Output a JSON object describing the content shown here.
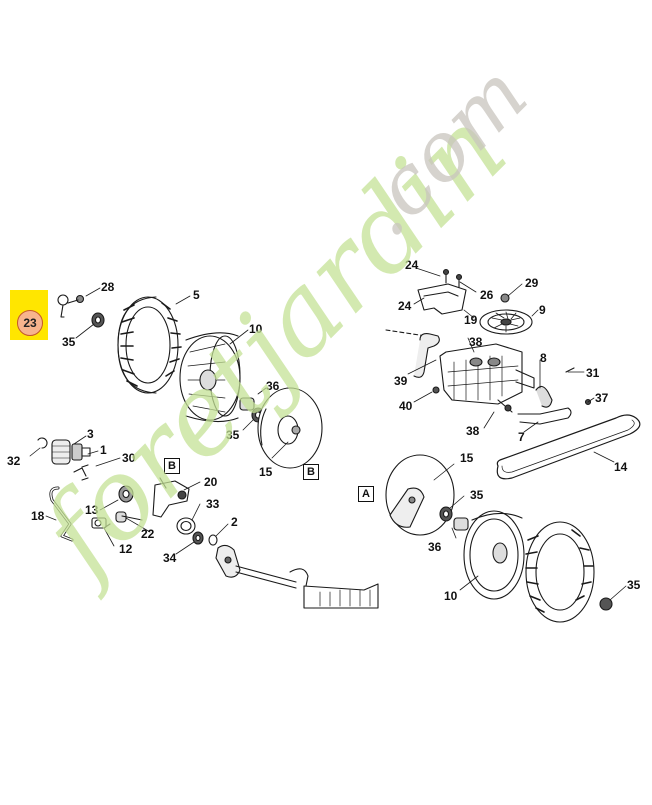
{
  "highlight": {
    "label": "23",
    "color": "#f7b48d",
    "box_color": "#ffe600"
  },
  "watermark": {
    "part1": "foretjardin",
    "part2": ".com",
    "green": "#c4e296",
    "gray": "#c8c4be"
  },
  "callouts": [
    {
      "key": "c28",
      "text": "28"
    },
    {
      "key": "c5",
      "text": "5"
    },
    {
      "key": "c35a",
      "text": "35"
    },
    {
      "key": "c10a",
      "text": "10"
    },
    {
      "key": "c36a",
      "text": "36"
    },
    {
      "key": "c35b",
      "text": "35"
    },
    {
      "key": "c3",
      "text": "3"
    },
    {
      "key": "c1",
      "text": "1"
    },
    {
      "key": "c30",
      "text": "30"
    },
    {
      "key": "c32",
      "text": "32"
    },
    {
      "key": "c20",
      "text": "20"
    },
    {
      "key": "c13",
      "text": "13"
    },
    {
      "key": "c33",
      "text": "33"
    },
    {
      "key": "c22",
      "text": "22"
    },
    {
      "key": "c18",
      "text": "18"
    },
    {
      "key": "c12",
      "text": "12"
    },
    {
      "key": "c2",
      "text": "2"
    },
    {
      "key": "c34",
      "text": "34"
    },
    {
      "key": "c15a",
      "text": "15"
    },
    {
      "key": "c24a",
      "text": "24"
    },
    {
      "key": "c26",
      "text": "26"
    },
    {
      "key": "c29",
      "text": "29"
    },
    {
      "key": "c24b",
      "text": "24"
    },
    {
      "key": "c19",
      "text": "19"
    },
    {
      "key": "c9",
      "text": "9"
    },
    {
      "key": "c38a",
      "text": "38"
    },
    {
      "key": "c8",
      "text": "8"
    },
    {
      "key": "c39",
      "text": "39"
    },
    {
      "key": "c31",
      "text": "31"
    },
    {
      "key": "c40",
      "text": "40"
    },
    {
      "key": "c37",
      "text": "37"
    },
    {
      "key": "c38b",
      "text": "38"
    },
    {
      "key": "c7",
      "text": "7"
    },
    {
      "key": "c15b",
      "text": "15"
    },
    {
      "key": "c14",
      "text": "14"
    },
    {
      "key": "c35c",
      "text": "35"
    },
    {
      "key": "c36b",
      "text": "36"
    },
    {
      "key": "c10b",
      "text": "10"
    },
    {
      "key": "c35d",
      "text": "35"
    }
  ],
  "box_labels": [
    {
      "key": "bB1",
      "text": "B"
    },
    {
      "key": "bB2",
      "text": "B"
    },
    {
      "key": "bA",
      "text": "A"
    }
  ]
}
